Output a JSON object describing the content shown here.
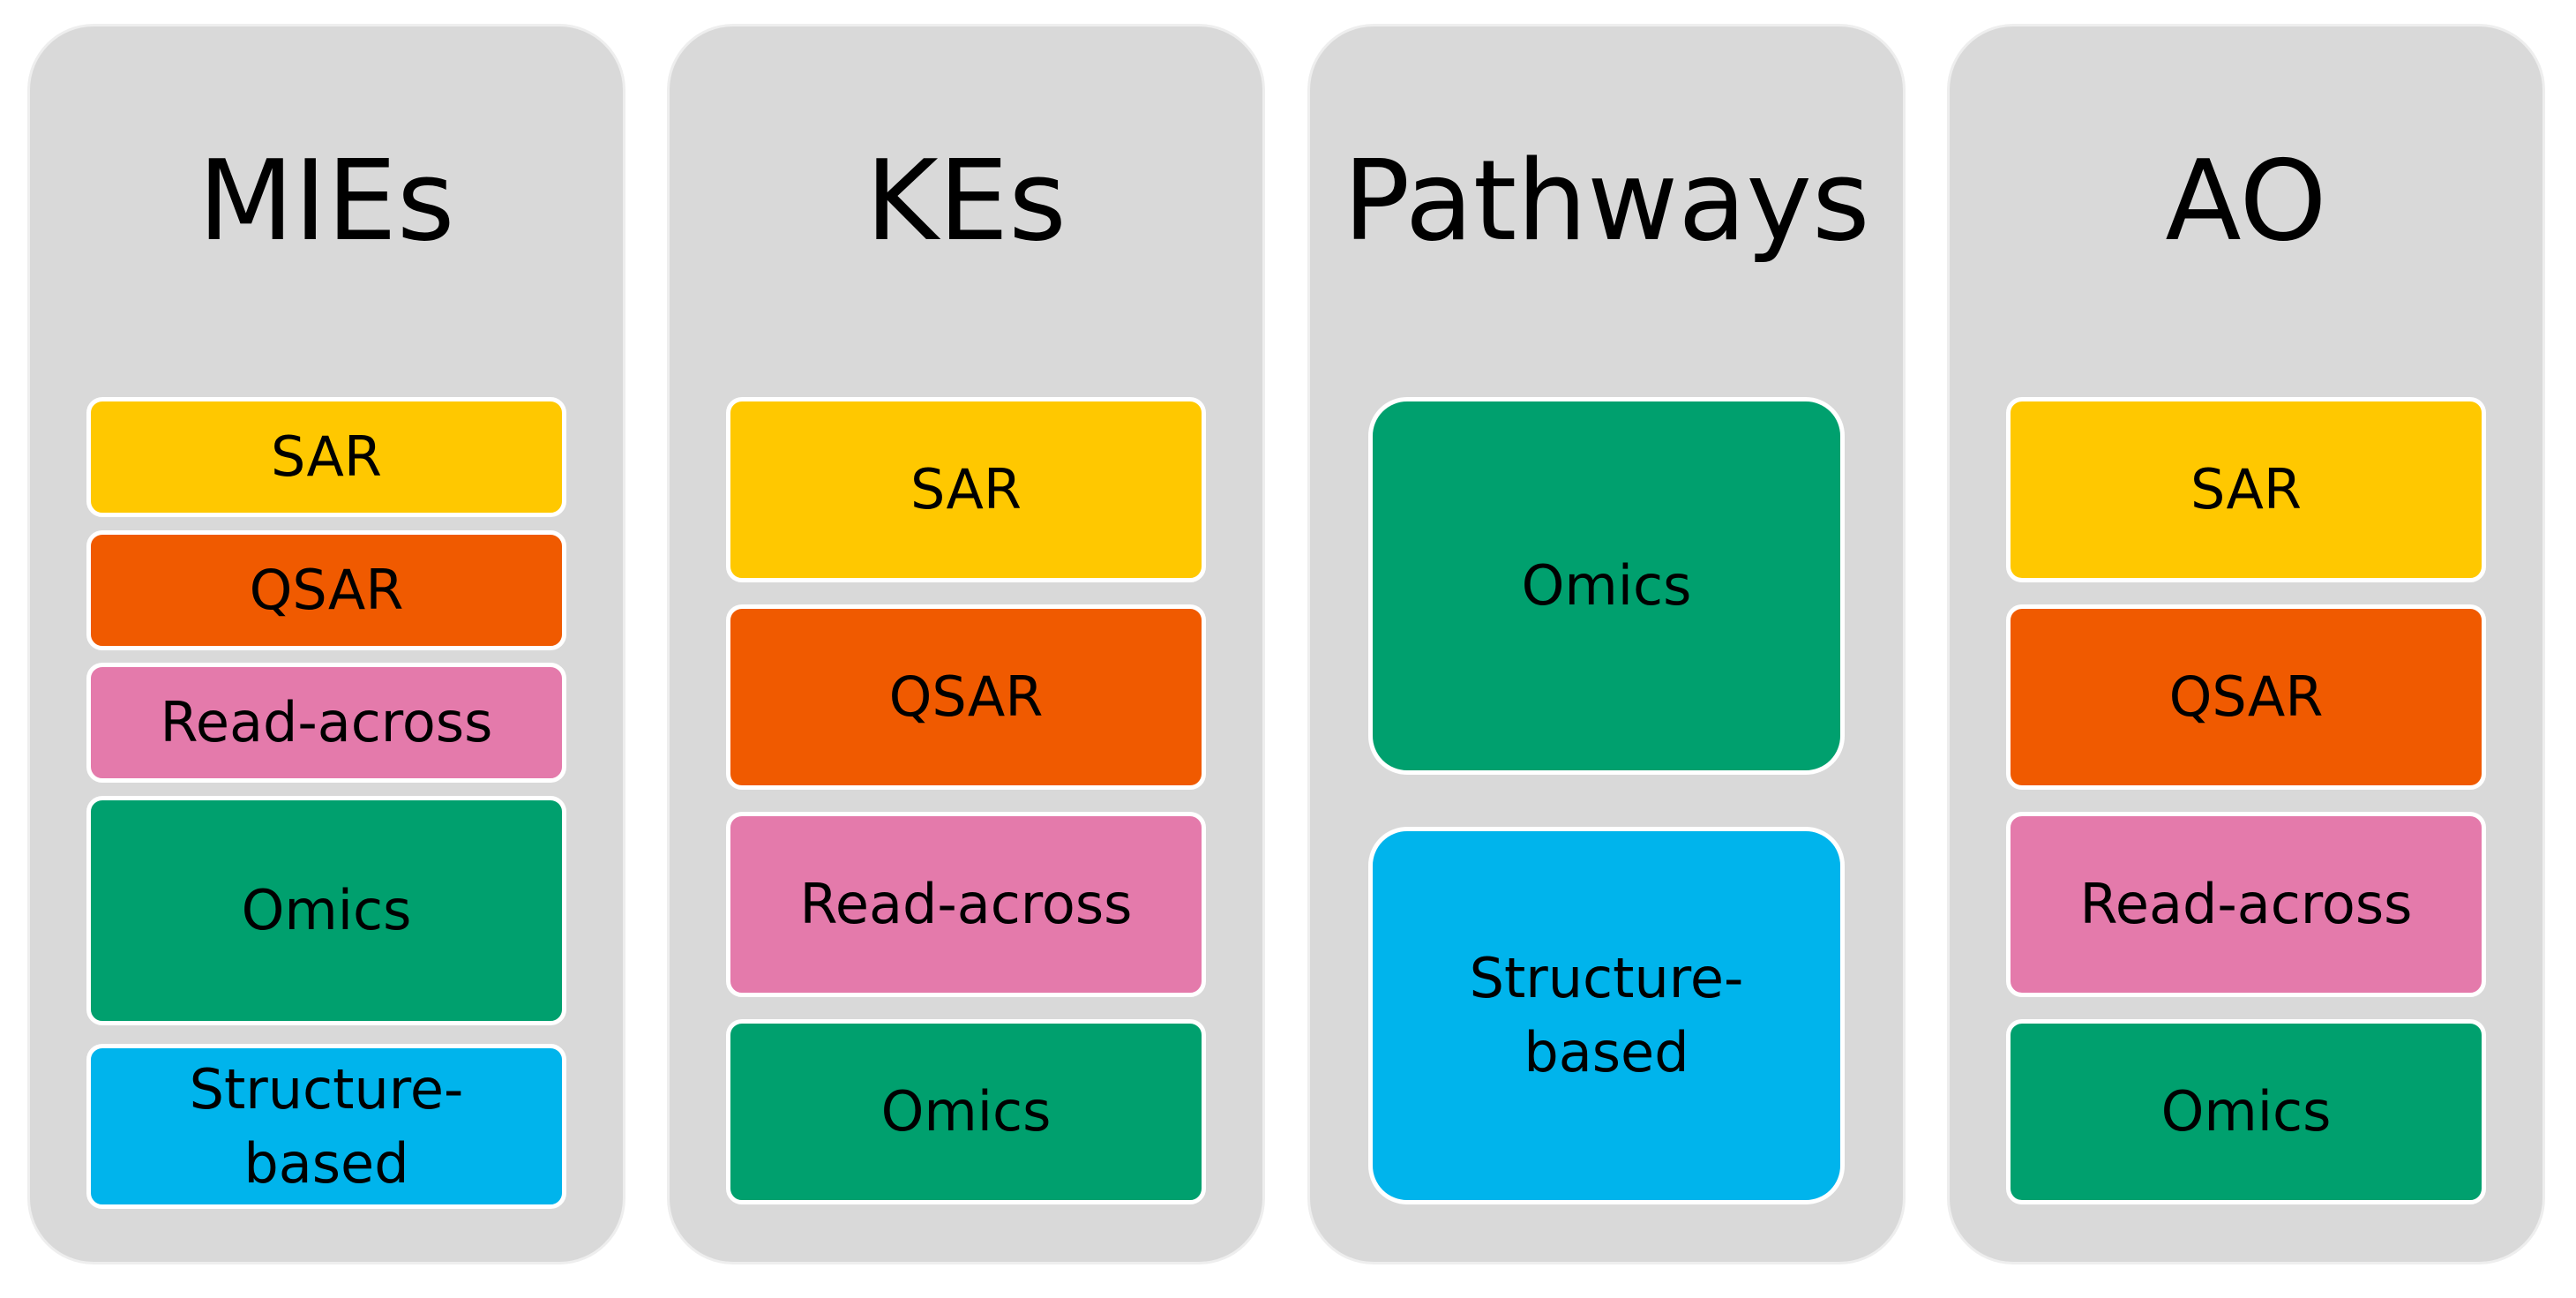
{
  "colors": {
    "SAR": "#ffc800",
    "QSAR": "#f05a00",
    "Read-across": "#e47aab",
    "Omics": "#00a06e",
    "Structure-based": "#00b4ec",
    "panel": "#d9d9d9"
  },
  "columns": [
    {
      "title": "MIEs",
      "boxes": [
        {
          "label": "SAR",
          "kind": "SAR"
        },
        {
          "label": "QSAR",
          "kind": "QSAR"
        },
        {
          "label": "Read-across",
          "kind": "Read-across"
        },
        {
          "label": "Omics",
          "kind": "Omics"
        },
        {
          "label": "Structure-\nbased",
          "kind": "Structure-based"
        }
      ]
    },
    {
      "title": "KEs",
      "boxes": [
        {
          "label": "SAR",
          "kind": "SAR"
        },
        {
          "label": "QSAR",
          "kind": "QSAR"
        },
        {
          "label": "Read-across",
          "kind": "Read-across"
        },
        {
          "label": "Omics",
          "kind": "Omics"
        }
      ]
    },
    {
      "title": "Pathways",
      "boxes": [
        {
          "label": "Omics",
          "kind": "Omics"
        },
        {
          "label": "Structure-\nbased",
          "kind": "Structure-based"
        }
      ]
    },
    {
      "title": "AO",
      "boxes": [
        {
          "label": "SAR",
          "kind": "SAR"
        },
        {
          "label": "QSAR",
          "kind": "QSAR"
        },
        {
          "label": "Read-across",
          "kind": "Read-across"
        },
        {
          "label": "Omics",
          "kind": "Omics"
        }
      ]
    }
  ]
}
